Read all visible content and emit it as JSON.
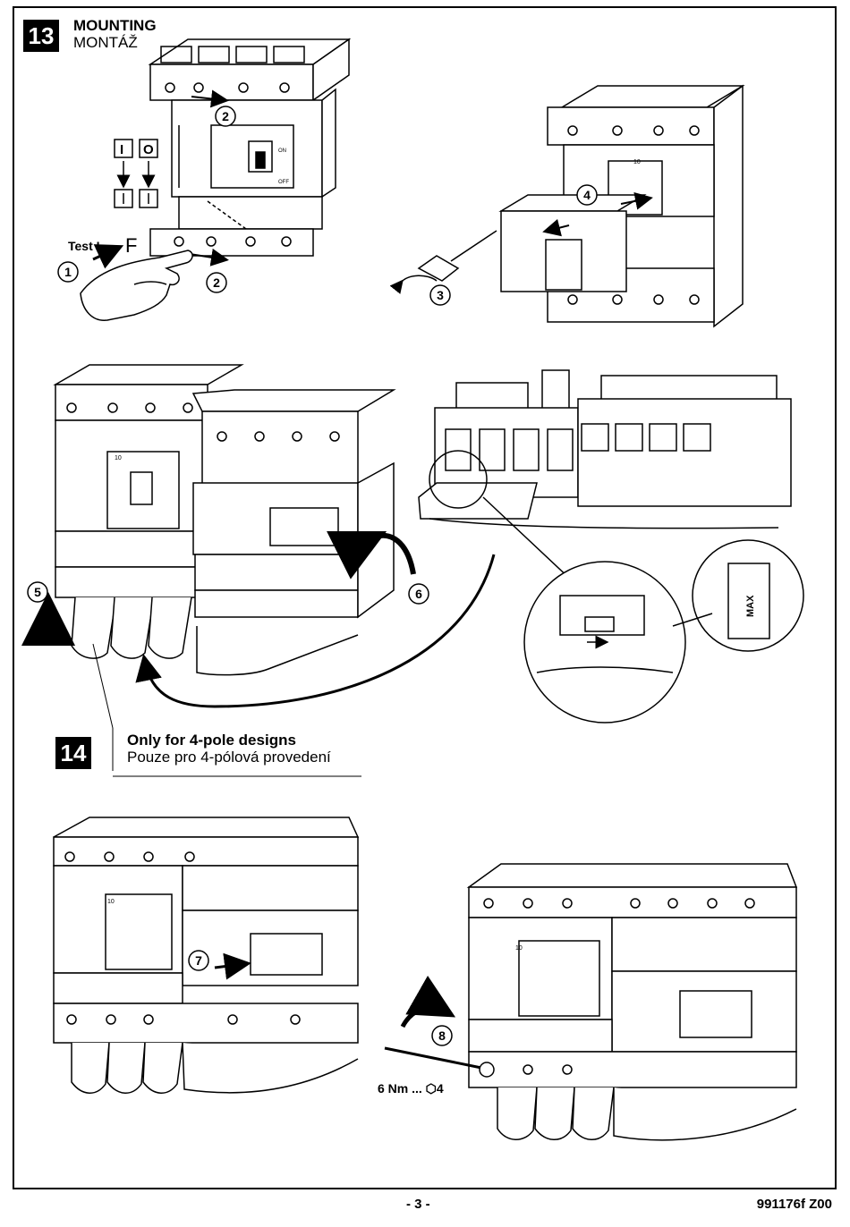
{
  "section13": {
    "number": "13",
    "title": "MOUNTING",
    "subtitle": "MONTÁŽ"
  },
  "section14": {
    "number": "14",
    "title": "Only for 4-pole designs",
    "subtitle": "Pouze pro 4-pólová provedení"
  },
  "labels": {
    "test": "Test I",
    "force": "F",
    "torque": "6 Nm ... ⬡4",
    "max": "MAX",
    "on": "ON",
    "off": "OFF",
    "rating": "10",
    "switch_on_symbol": "I",
    "switch_off_symbol": "O"
  },
  "steps": [
    "1",
    "2",
    "2",
    "3",
    "4",
    "5",
    "6",
    "7",
    "8"
  ],
  "footer": {
    "page": "- 3 -",
    "code": "991176f   Z00"
  },
  "colors": {
    "line": "#000000",
    "background": "#ffffff",
    "badge": "#000000"
  }
}
